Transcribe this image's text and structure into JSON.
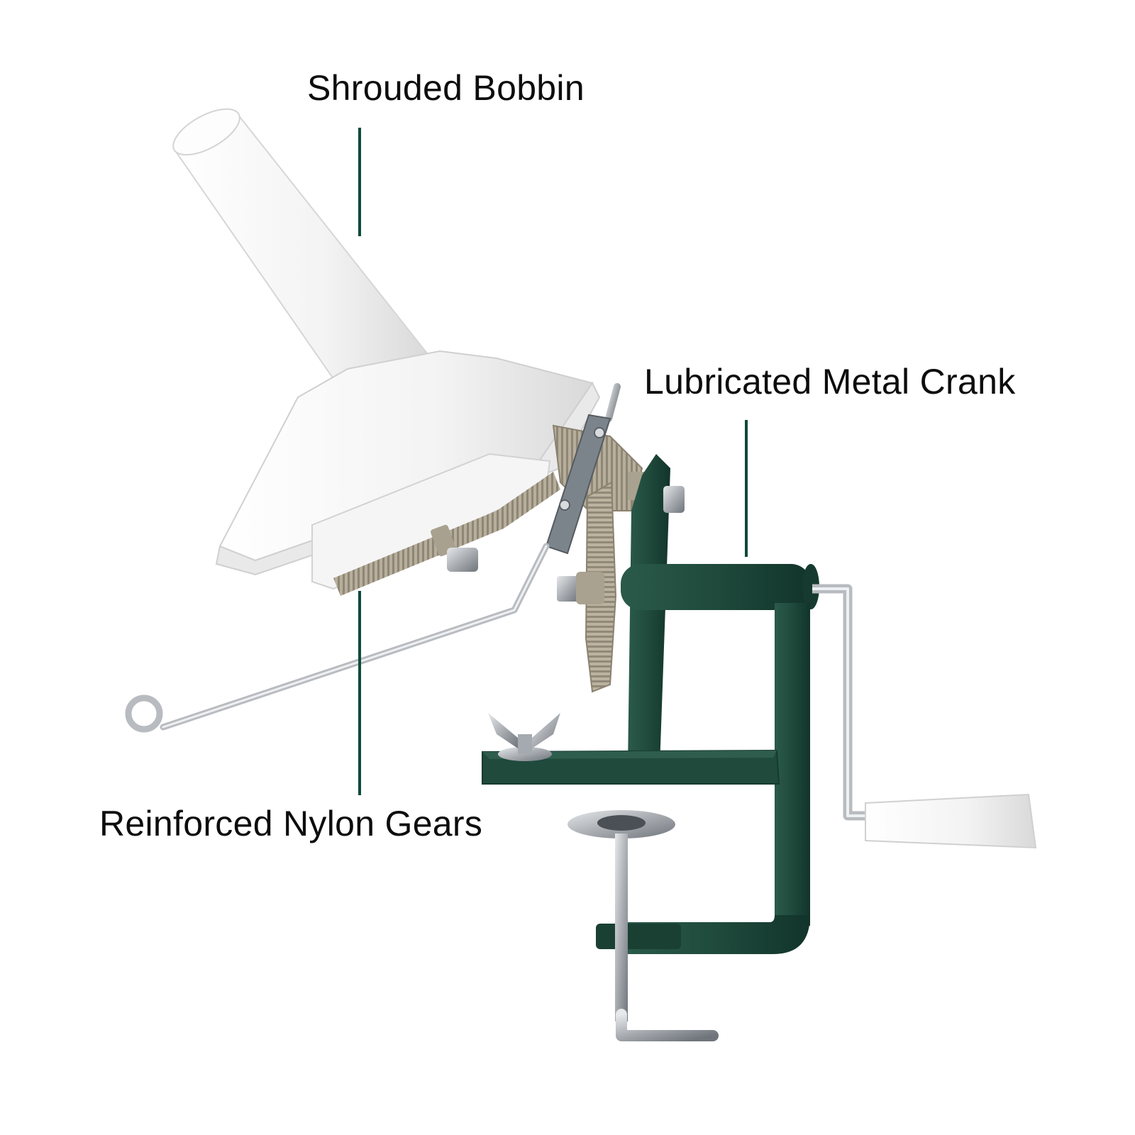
{
  "labels": {
    "bobbin": "Shrouded Bobbin",
    "crank": "Lubricated Metal Crank",
    "gears": "Reinforced Nylon Gears"
  },
  "colors": {
    "leader_line": "#0f4a3a",
    "frame_green": "#1f4a3c",
    "frame_green_dark": "#153629",
    "gear_tan": "#b7ae9b",
    "bobbin_white": "#f7f7f7",
    "steel": "#c9ccd0"
  }
}
